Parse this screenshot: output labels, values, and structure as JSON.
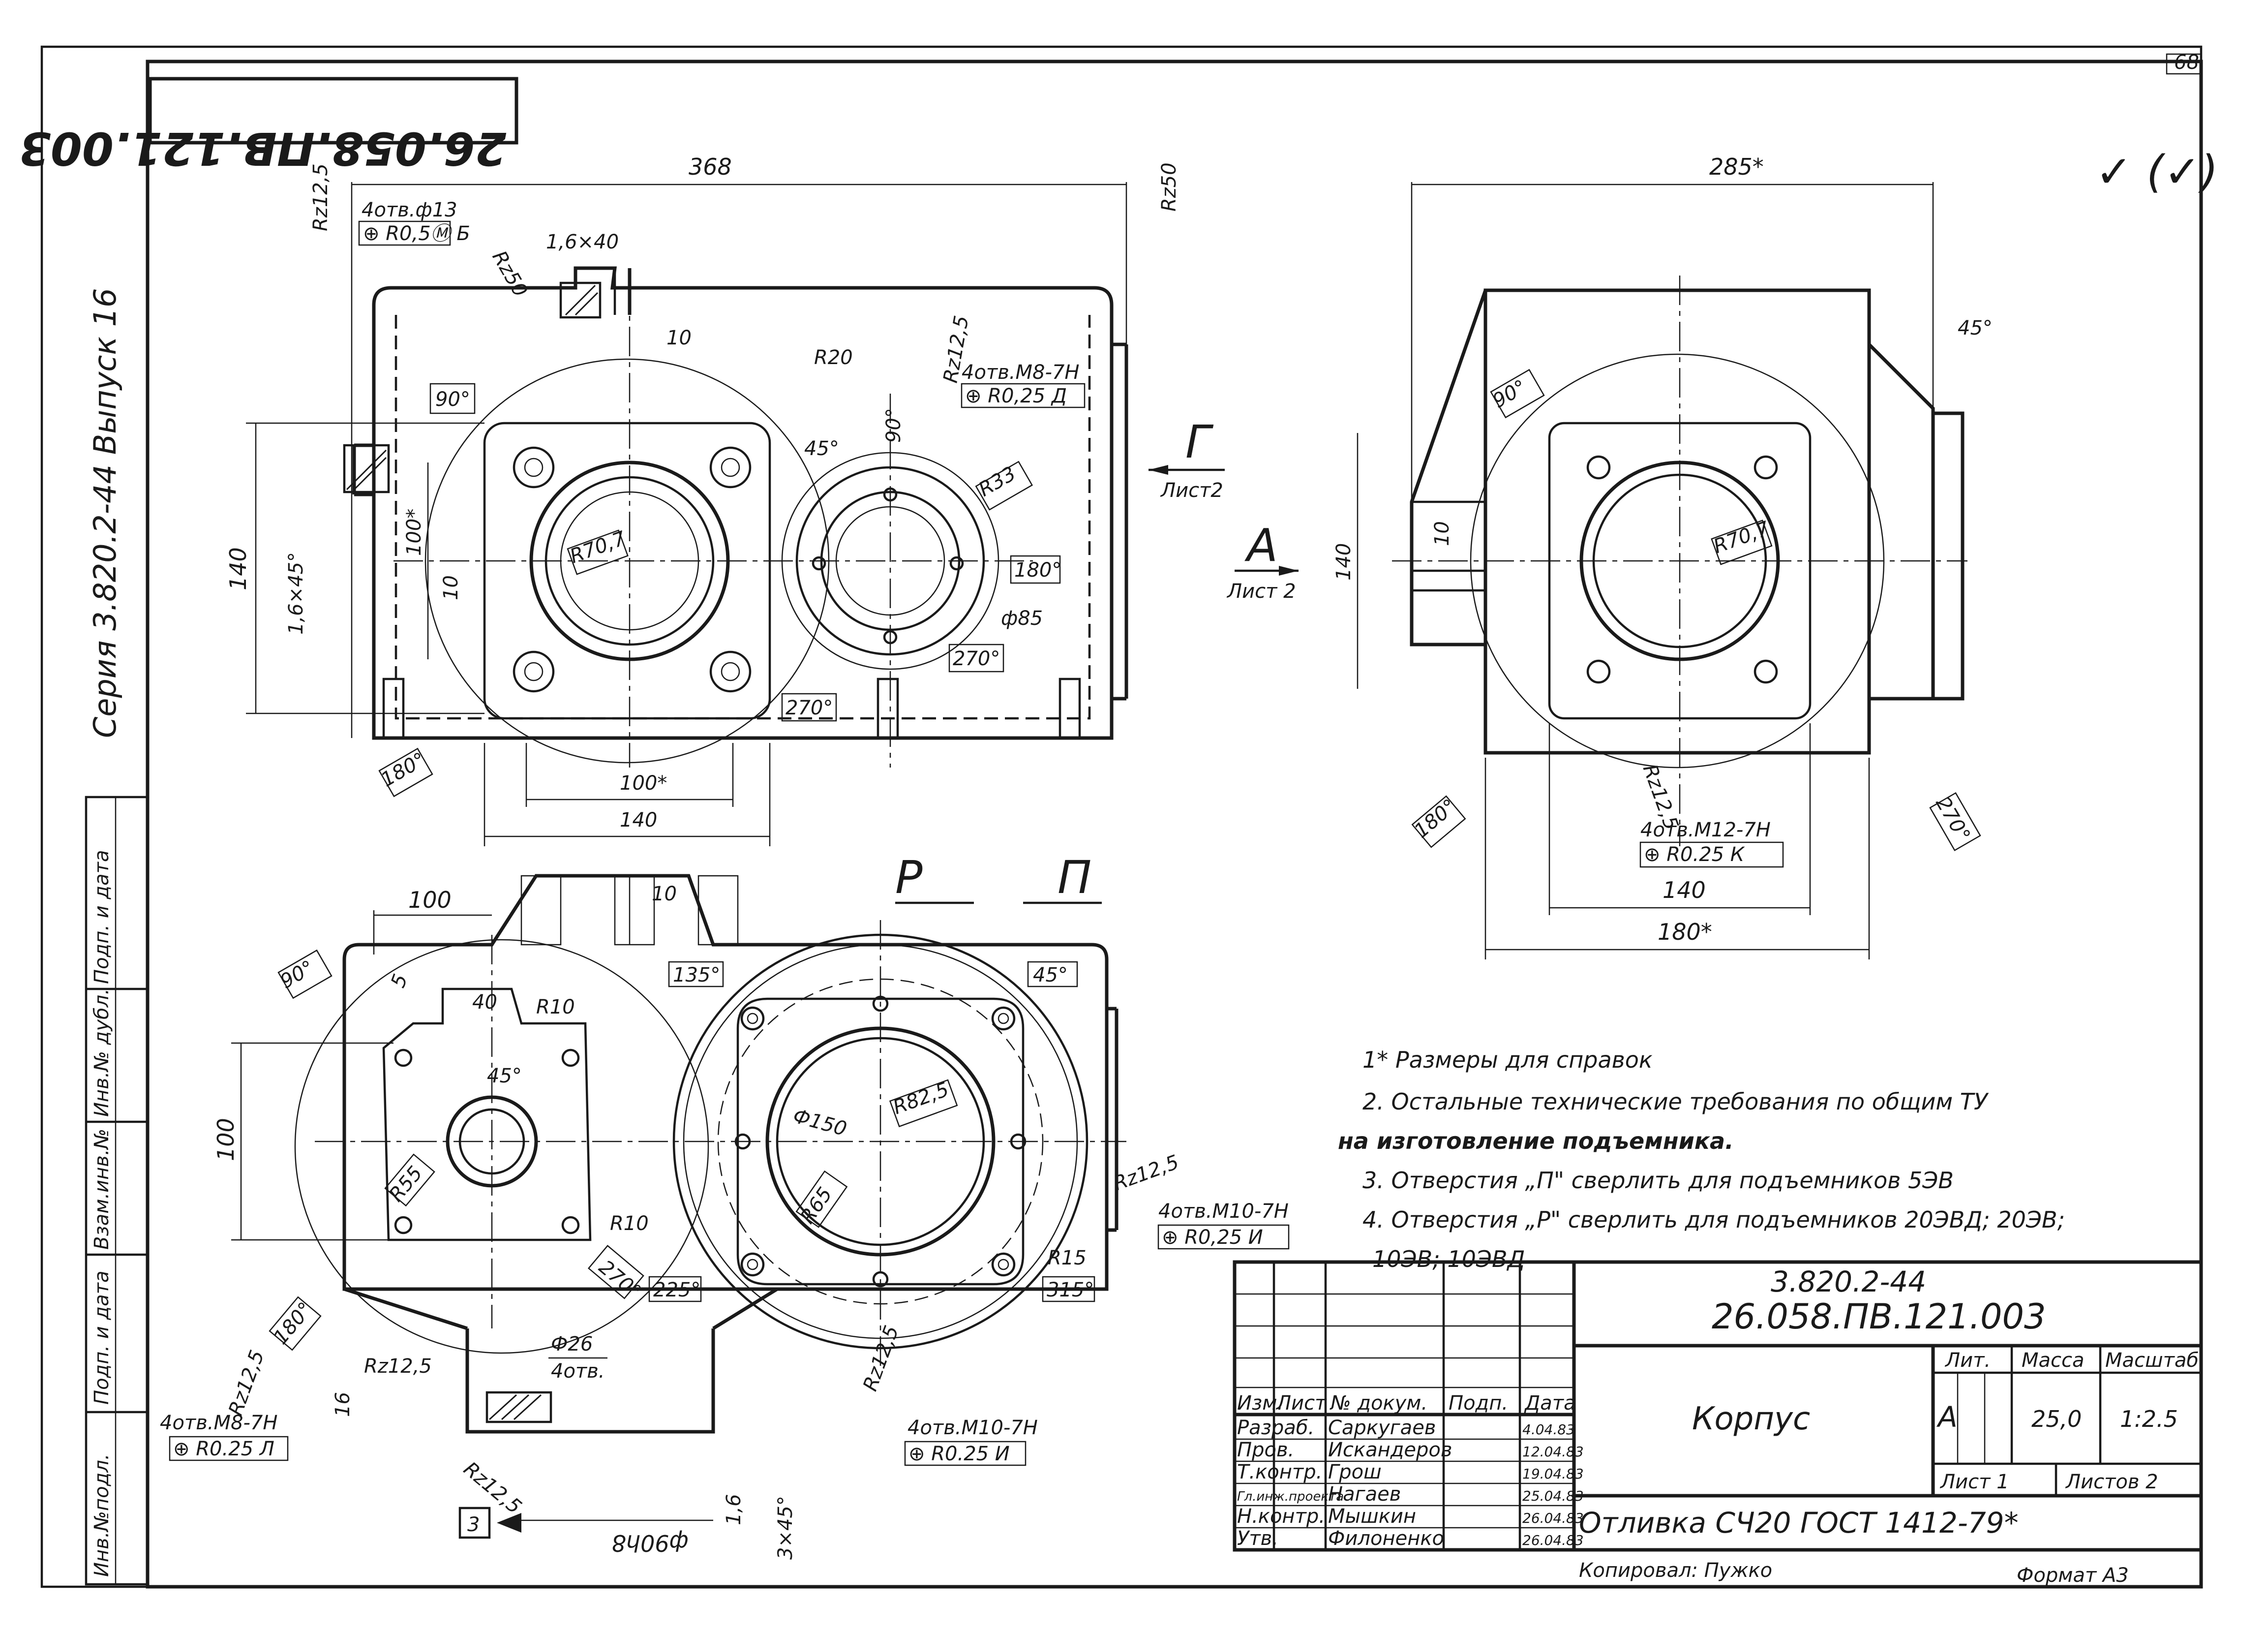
{
  "sheet": {
    "page_number": "68",
    "stamp_code_rotated": "26.058.ПВ.121.003",
    "series_vertical": "Серия   3.820.2-44   Выпуск 16",
    "roughness_symbol": "✓ (✓)"
  },
  "left_strip": [
    {
      "id": "inv-podl",
      "text": "Инв.№подл."
    },
    {
      "id": "podp-data-1",
      "text": "Подп. и дата"
    },
    {
      "id": "vzam",
      "text": "Взам.инв.№"
    },
    {
      "id": "inv-dubl",
      "text": "Инв.№ дубл."
    },
    {
      "id": "podp-data-2",
      "text": "Подп. и дата"
    }
  ],
  "front_view": {
    "dim_368": "368",
    "rz125_a": "Rz12,5",
    "holes_label": "4отв.ф13",
    "holes_tol": "⊕ R0,5Ⓜ Б",
    "rz50_a": "Rz50",
    "rz50_b": "Rz50",
    "chamfer_1": "1,6×40",
    "dim_10_a": "10",
    "dim_90": "90°",
    "r20": "R20",
    "deg45": "45°",
    "rz125_b": "Rz12,5",
    "holes_m8": "4отв.М8-7Н",
    "holes_m8_tol": "⊕ R0,25 Д",
    "deg90_b": "90°",
    "r33": "R33",
    "r707": "R70,7",
    "deg180_b": "180°",
    "phi85": "ф85",
    "deg270_b": "270°",
    "deg270_a": "270°",
    "deg180_a": "180°",
    "dim_140_v": "140",
    "dim_100_v": "100*",
    "chamfer_2": "1,6×45°",
    "dim_10_b": "10",
    "dim_100_h": "100*",
    "dim_140_h": "140",
    "view_g": "Г",
    "view_g_sheet": "Лист2",
    "view_a": "А",
    "view_a_sheet": "Лист 2"
  },
  "side_view": {
    "dim_285": "285*",
    "deg45": "45°",
    "deg90": "90°",
    "r707": "R70,7",
    "dim_140_v": "140",
    "dim_10": "10",
    "deg180": "180°",
    "deg270": "270°",
    "rz": "Rz12,5",
    "holes_m12": "4отв.М12-7Н",
    "holes_m12_tol": "⊕ R0.25 К",
    "dim_140_h": "140",
    "dim_180_h": "180*"
  },
  "bottom_view": {
    "dim_100_h": "100",
    "dim_10": "10",
    "deg90": "90°",
    "dim_5": "5",
    "dim_40": "40",
    "r10_a": "R10",
    "deg45": "45°",
    "deg135": "135°",
    "label_p": "Р",
    "label_pp": "П",
    "deg45_b": "45°",
    "dim_100_v": "100",
    "r55": "R55",
    "phi150": "Ф150",
    "r825": "R82,5",
    "r65": "R65",
    "r10_b": "R10",
    "deg270": "270°",
    "deg225": "225°",
    "r15": "R15",
    "deg315": "315°",
    "deg180": "180°",
    "rz125_a": "Rz12,5",
    "holes_m10_a": "4отв.М10-7Н",
    "holes_m10_a_tol": "⊕ R0,25 И",
    "holes_m8": "4отв.М8-7Н",
    "holes_m8_tol": "⊕ R0.25 Л",
    "rz125_b": "Rz12,5",
    "rz125_c": "Rz12,5",
    "rz125_d": "Rz12,5",
    "phi26": "Ф26",
    "holes4": "4отв.",
    "dim_16": "16",
    "rz125_e": "Rz12,5",
    "holes_m10_b": "4отв.М10-7Н",
    "holes_m10_b_tol": "⊕ R0.25 И",
    "phi90": "ф90h8",
    "dim_16b": "1,6",
    "chamfer3": "3×45°",
    "mark3": "3"
  },
  "notes": [
    "1* Размеры для справок",
    "2. Остальные технические требования по общим ТУ",
    "на изготовление подъемника.",
    "3. Отверстия „П\" сверлить для подъемников 5ЭВ",
    "4. Отверстия „Р\" сверлить для подъемников 20ЭВД; 20ЭВ;",
    "10ЭВ; 10ЭВД"
  ],
  "title_block": {
    "series": "3.820.2-44",
    "code": "26.058.ПВ.121.003",
    "name": "Корпус",
    "material": "Отливка СЧ20 ГОСТ 1412-79*",
    "col_headers": [
      "Изм.",
      "Лист",
      "№ докум.",
      "Подп.",
      "Дата"
    ],
    "roles": [
      {
        "role": "Разраб.",
        "name": "Саркугаев",
        "date": "4.04.83"
      },
      {
        "role": "Пров.",
        "name": "Искандеров",
        "date": "12.04.83"
      },
      {
        "role": "Т.контр.",
        "name": "Грош",
        "date": "19.04.83"
      },
      {
        "role": "Гл.инж.проекта",
        "name": "Нагаев",
        "date": "25.04.83"
      },
      {
        "role": "Н.контр.",
        "name": "Мышкин",
        "date": "26.04.83"
      },
      {
        "role": "Утв.",
        "name": "Филоненко",
        "date": "26.04.83"
      }
    ],
    "lit_label": "Лит.",
    "mass_label": "Масса",
    "scale_label": "Масштаб",
    "lit_value": "А",
    "mass_value": "25,0",
    "scale_value": "1:2.5",
    "sheet_label": "Лист 1",
    "sheets_label": "Листов 2",
    "copied": "Копировал: Пужко",
    "format": "Формат А3"
  }
}
